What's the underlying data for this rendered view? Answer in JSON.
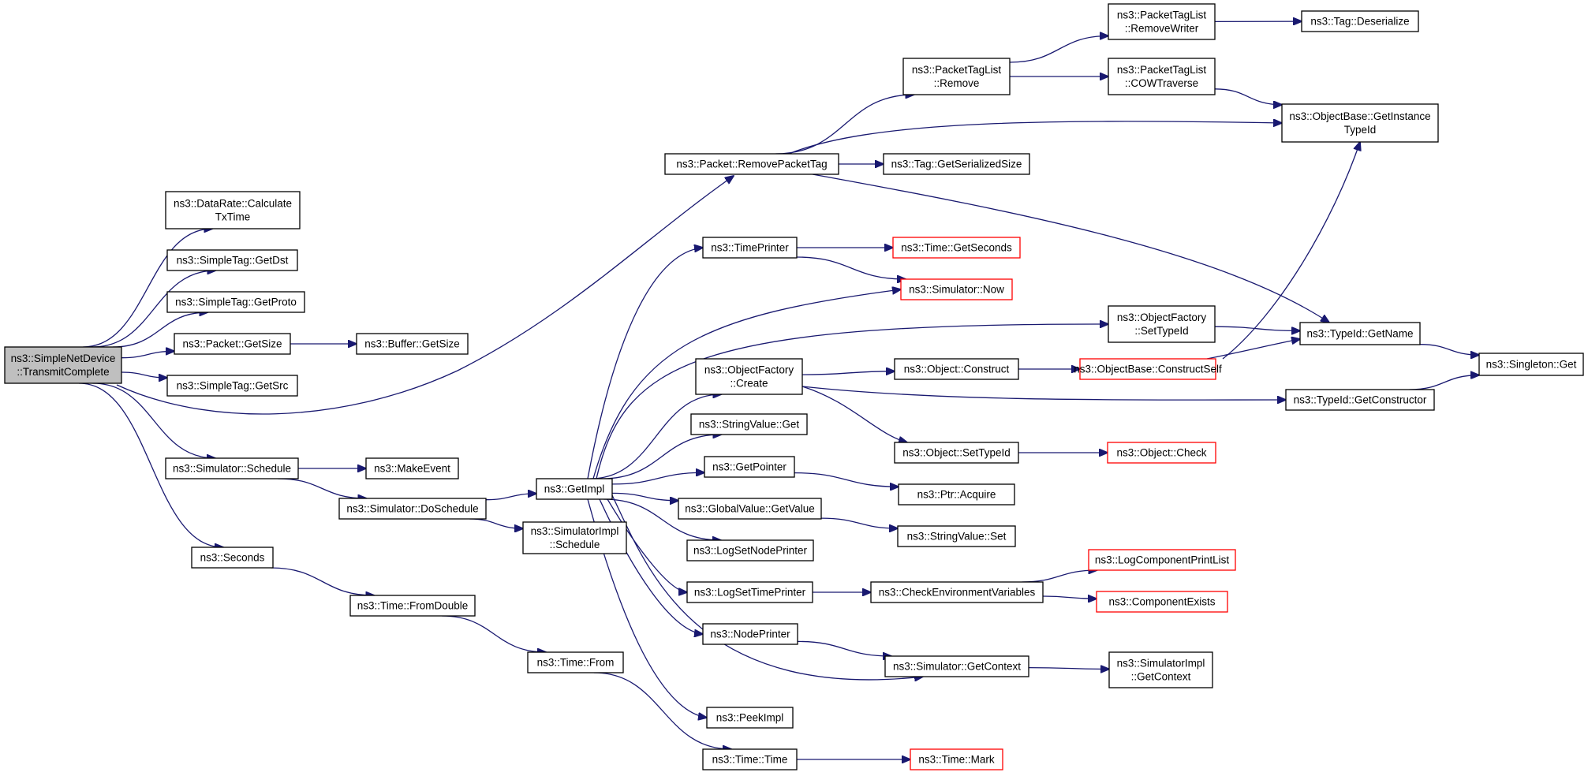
{
  "nodes": [
    {
      "id": "root",
      "lines": [
        "ns3::SimpleNetDevice",
        "::TransmitComplete"
      ],
      "root": true
    },
    {
      "id": "dr_calc",
      "lines": [
        "ns3::DataRate::Calculate",
        "TxTime"
      ]
    },
    {
      "id": "st_getdst",
      "lines": [
        "ns3::SimpleTag::GetDst"
      ]
    },
    {
      "id": "st_getproto",
      "lines": [
        "ns3::SimpleTag::GetProto"
      ]
    },
    {
      "id": "pk_getsize",
      "lines": [
        "ns3::Packet::GetSize"
      ]
    },
    {
      "id": "st_getsrc",
      "lines": [
        "ns3::SimpleTag::GetSrc"
      ]
    },
    {
      "id": "sim_schedule",
      "lines": [
        "ns3::Simulator::Schedule"
      ]
    },
    {
      "id": "seconds",
      "lines": [
        "ns3::Seconds"
      ]
    },
    {
      "id": "buf_getsize",
      "lines": [
        "ns3::Buffer::GetSize"
      ]
    },
    {
      "id": "makeevent",
      "lines": [
        "ns3::MakeEvent"
      ]
    },
    {
      "id": "sim_doschedule",
      "lines": [
        "ns3::Simulator::DoSchedule"
      ]
    },
    {
      "id": "time_fromdouble",
      "lines": [
        "ns3::Time::FromDouble"
      ]
    },
    {
      "id": "getimpl",
      "lines": [
        "ns3::GetImpl"
      ]
    },
    {
      "id": "simimpl_schedule",
      "lines": [
        "ns3::SimulatorImpl",
        "::Schedule"
      ]
    },
    {
      "id": "time_from",
      "lines": [
        "ns3::Time::From"
      ]
    },
    {
      "id": "pk_removetag",
      "lines": [
        "ns3::Packet::RemovePacketTag"
      ]
    },
    {
      "id": "timeprinter",
      "lines": [
        "ns3::TimePrinter"
      ]
    },
    {
      "id": "of_create",
      "lines": [
        "ns3::ObjectFactory",
        "::Create"
      ]
    },
    {
      "id": "sv_get",
      "lines": [
        "ns3::StringValue::Get"
      ]
    },
    {
      "id": "getpointer",
      "lines": [
        "ns3::GetPointer"
      ]
    },
    {
      "id": "gv_getvalue",
      "lines": [
        "ns3::GlobalValue::GetValue"
      ]
    },
    {
      "id": "logsetnode",
      "lines": [
        "ns3::LogSetNodePrinter"
      ]
    },
    {
      "id": "logsettime",
      "lines": [
        "ns3::LogSetTimePrinter"
      ]
    },
    {
      "id": "nodeprinter",
      "lines": [
        "ns3::NodePrinter"
      ]
    },
    {
      "id": "peekimpl",
      "lines": [
        "ns3::PeekImpl"
      ]
    },
    {
      "id": "time_time",
      "lines": [
        "ns3::Time::Time"
      ]
    },
    {
      "id": "ptl_remove",
      "lines": [
        "ns3::PacketTagList",
        "::Remove"
      ]
    },
    {
      "id": "tag_getser",
      "lines": [
        "ns3::Tag::GetSerializedSize"
      ]
    },
    {
      "id": "time_getseconds",
      "lines": [
        "ns3::Time::GetSeconds"
      ],
      "truncated": true
    },
    {
      "id": "sim_now",
      "lines": [
        "ns3::Simulator::Now"
      ],
      "truncated": true
    },
    {
      "id": "obj_construct",
      "lines": [
        "ns3::Object::Construct"
      ]
    },
    {
      "id": "obj_settypeid",
      "lines": [
        "ns3::Object::SetTypeId"
      ]
    },
    {
      "id": "ptr_acquire",
      "lines": [
        "ns3::Ptr::Acquire"
      ]
    },
    {
      "id": "sv_set",
      "lines": [
        "ns3::StringValue::Set"
      ]
    },
    {
      "id": "checkenv",
      "lines": [
        "ns3::CheckEnvironmentVariables"
      ]
    },
    {
      "id": "sim_getcontext",
      "lines": [
        "ns3::Simulator::GetContext"
      ]
    },
    {
      "id": "time_mark",
      "lines": [
        "ns3::Time::Mark"
      ],
      "truncated": true
    },
    {
      "id": "ptl_removewriter",
      "lines": [
        "ns3::PacketTagList",
        "::RemoveWriter"
      ]
    },
    {
      "id": "ptl_cow",
      "lines": [
        "ns3::PacketTagList",
        "::COWTraverse"
      ]
    },
    {
      "id": "of_settypeid",
      "lines": [
        "ns3::ObjectFactory",
        "::SetTypeId"
      ]
    },
    {
      "id": "ob_constructself",
      "lines": [
        "ns3::ObjectBase::ConstructSelf"
      ],
      "truncated": true
    },
    {
      "id": "obj_check",
      "lines": [
        "ns3::Object::Check"
      ],
      "truncated": true
    },
    {
      "id": "logcompprint",
      "lines": [
        "ns3::LogComponentPrintList"
      ],
      "truncated": true
    },
    {
      "id": "compexists",
      "lines": [
        "ns3::ComponentExists"
      ],
      "truncated": true
    },
    {
      "id": "simimpl_getcontext",
      "lines": [
        "ns3::SimulatorImpl",
        "::GetContext"
      ]
    },
    {
      "id": "tag_deser",
      "lines": [
        "ns3::Tag::Deserialize"
      ]
    },
    {
      "id": "ob_getinstance",
      "lines": [
        "ns3::ObjectBase::GetInstance",
        "TypeId"
      ]
    },
    {
      "id": "tid_getname",
      "lines": [
        "ns3::TypeId::GetName"
      ]
    },
    {
      "id": "tid_getctor",
      "lines": [
        "ns3::TypeId::GetConstructor"
      ]
    },
    {
      "id": "singleton_get",
      "lines": [
        "ns3::Singleton::Get"
      ]
    }
  ],
  "edges": [
    [
      "root",
      "dr_calc"
    ],
    [
      "root",
      "st_getdst"
    ],
    [
      "root",
      "st_getproto"
    ],
    [
      "root",
      "pk_getsize"
    ],
    [
      "root",
      "st_getsrc"
    ],
    [
      "root",
      "pk_removetag"
    ],
    [
      "root",
      "sim_schedule"
    ],
    [
      "root",
      "seconds"
    ],
    [
      "pk_getsize",
      "buf_getsize"
    ],
    [
      "sim_schedule",
      "makeevent"
    ],
    [
      "sim_schedule",
      "sim_doschedule"
    ],
    [
      "sim_doschedule",
      "getimpl"
    ],
    [
      "sim_doschedule",
      "simimpl_schedule"
    ],
    [
      "seconds",
      "time_fromdouble"
    ],
    [
      "time_fromdouble",
      "time_from"
    ],
    [
      "time_from",
      "time_time"
    ],
    [
      "getimpl",
      "timeprinter"
    ],
    [
      "getimpl",
      "sim_now"
    ],
    [
      "getimpl",
      "of_settypeid"
    ],
    [
      "getimpl",
      "of_create"
    ],
    [
      "getimpl",
      "sv_get"
    ],
    [
      "getimpl",
      "getpointer"
    ],
    [
      "getimpl",
      "gv_getvalue"
    ],
    [
      "getimpl",
      "logsetnode"
    ],
    [
      "getimpl",
      "logsettime"
    ],
    [
      "getimpl",
      "nodeprinter"
    ],
    [
      "getimpl",
      "sim_getcontext"
    ],
    [
      "getimpl",
      "peekimpl"
    ],
    [
      "pk_removetag",
      "ptl_remove"
    ],
    [
      "pk_removetag",
      "tag_getser"
    ],
    [
      "pk_removetag",
      "ob_getinstance"
    ],
    [
      "pk_removetag",
      "tid_getname"
    ],
    [
      "ptl_remove",
      "ptl_removewriter"
    ],
    [
      "ptl_remove",
      "ptl_cow"
    ],
    [
      "ptl_removewriter",
      "tag_deser"
    ],
    [
      "ptl_cow",
      "ob_getinstance"
    ],
    [
      "timeprinter",
      "time_getseconds"
    ],
    [
      "timeprinter",
      "sim_now"
    ],
    [
      "of_create",
      "obj_construct"
    ],
    [
      "of_create",
      "obj_settypeid"
    ],
    [
      "of_create",
      "tid_getctor"
    ],
    [
      "obj_construct",
      "ob_constructself"
    ],
    [
      "ob_constructself",
      "ob_getinstance"
    ],
    [
      "ob_constructself",
      "tid_getname"
    ],
    [
      "of_settypeid",
      "tid_getname"
    ],
    [
      "obj_settypeid",
      "obj_check"
    ],
    [
      "getpointer",
      "ptr_acquire"
    ],
    [
      "gv_getvalue",
      "sv_set"
    ],
    [
      "logsettime",
      "checkenv"
    ],
    [
      "checkenv",
      "logcompprint"
    ],
    [
      "checkenv",
      "compexists"
    ],
    [
      "nodeprinter",
      "sim_getcontext"
    ],
    [
      "sim_getcontext",
      "simimpl_getcontext"
    ],
    [
      "time_time",
      "time_mark"
    ],
    [
      "tid_getname",
      "singleton_get"
    ],
    [
      "tid_getctor",
      "singleton_get"
    ]
  ]
}
